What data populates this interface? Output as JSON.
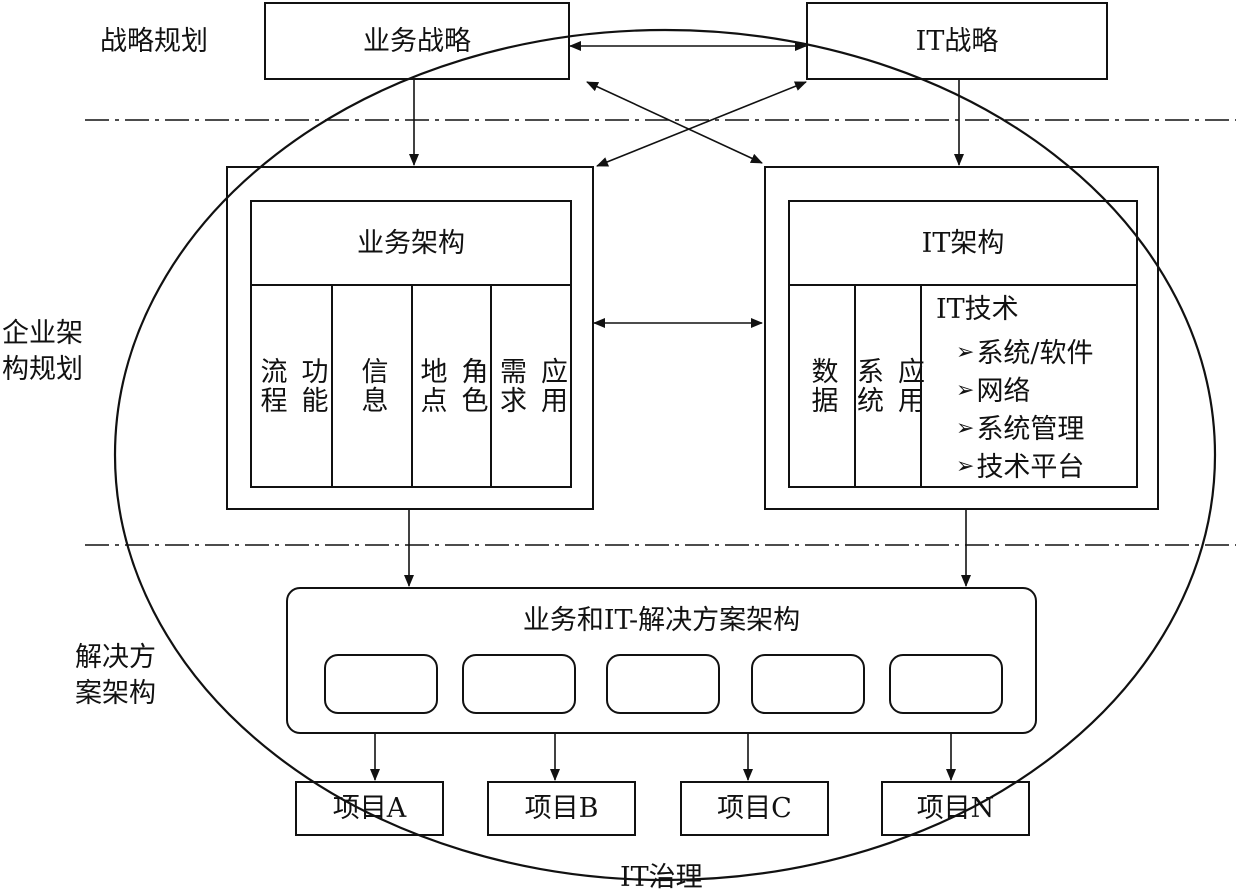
{
  "side_labels": {
    "strategy": "战略规划",
    "enterprise_arch": [
      "企业架",
      "构规划"
    ],
    "solution_arch": [
      "解决方",
      "案架构"
    ]
  },
  "top": {
    "business_strategy": "业务战略",
    "it_strategy": "IT战略"
  },
  "business_arch": {
    "title": "业务架构",
    "columns": [
      {
        "lines": [
          "功能",
          "流程"
        ]
      },
      {
        "lines": [
          "信息"
        ]
      },
      {
        "lines": [
          "角色",
          "地点"
        ]
      },
      {
        "lines": [
          "应用",
          "需求"
        ]
      }
    ]
  },
  "it_arch": {
    "title": "IT架构",
    "columns": [
      {
        "lines": [
          "数据"
        ]
      },
      {
        "lines": [
          "应用",
          "系统"
        ]
      }
    ],
    "tech_title": "IT技术",
    "tech_items": [
      "系统/软件",
      "网络",
      "系统管理",
      "技术平台"
    ],
    "bullet_glyph": "➢"
  },
  "solution": {
    "title": "业务和IT-解决方案架构"
  },
  "projects": [
    "项目A",
    "项目B",
    "项目C",
    "项目N"
  ],
  "governance": "IT治理"
}
